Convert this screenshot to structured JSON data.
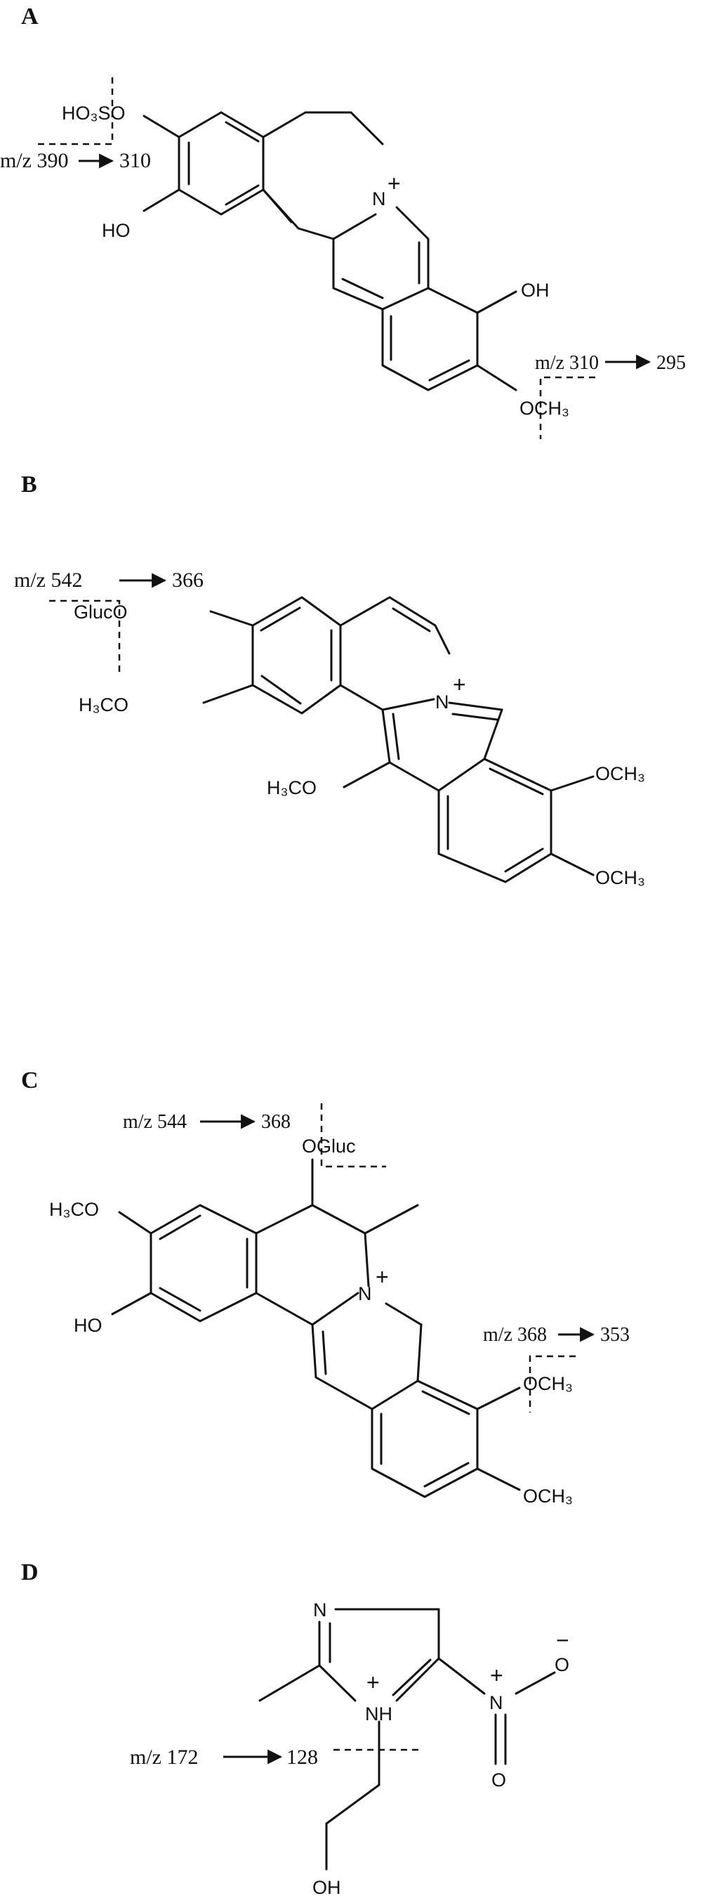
{
  "panels": [
    {
      "label": "A",
      "atoms": {
        "hso3o": "HO₃SO",
        "ho_left": "HO",
        "n": "N",
        "plus": "+",
        "oh_right": "OH",
        "och3": "OCH₃"
      },
      "fragments": [
        {
          "from": "m/z 390",
          "to": "310"
        },
        {
          "from": "m/z 310",
          "to": "295"
        }
      ]
    },
    {
      "label": "B",
      "atoms": {
        "glucose": "GlucO",
        "h3co_1": "H₃CO",
        "n": "N",
        "plus": "+",
        "h3co_2": "H₃CO",
        "och3_1": "OCH₃",
        "och3_2": "OCH₃"
      },
      "fragments": [
        {
          "from": "m/z 542",
          "to": "366"
        }
      ]
    },
    {
      "label": "C",
      "atoms": {
        "oglucose": "OGluc",
        "h3co": "H₃CO",
        "ho": "HO",
        "n": "N",
        "plus": "+",
        "och3_1": "OCH₃",
        "och3_2": "OCH₃"
      },
      "fragments": [
        {
          "from": "m/z 544",
          "to": "368"
        },
        {
          "from": "m/z 368",
          "to": "353"
        }
      ]
    },
    {
      "label": "D",
      "atoms": {
        "n_ring": "N",
        "nh": "NH",
        "plus_nh": "+",
        "n_nitro": "N",
        "plus_nitro": "+",
        "o_minus": "O",
        "minus": "−",
        "o_double": "O",
        "oh": "OH"
      },
      "fragments": [
        {
          "from": "m/z 172",
          "to": "128"
        }
      ]
    }
  ]
}
